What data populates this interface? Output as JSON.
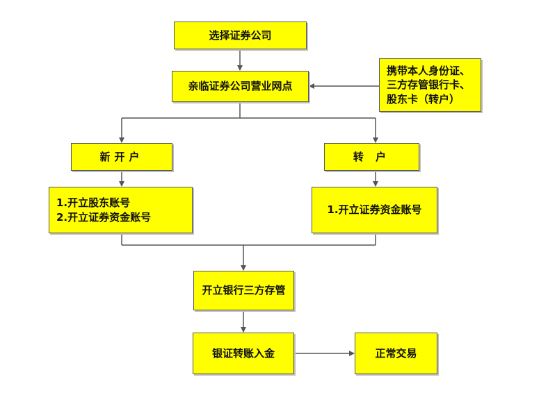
{
  "colors": {
    "box_fill": "#ffff00",
    "box_border": "#555555",
    "line": "#555555"
  },
  "nodes": {
    "choose_broker": {
      "lines": [
        "选择证券公司"
      ]
    },
    "visit_branch": {
      "lines": [
        "亲临证券公司营业网点"
      ]
    },
    "bring_documents": {
      "lines": [
        "携带本人身份证、",
        "三方存管银行卡、",
        "股东卡（转户）"
      ]
    },
    "new_account": {
      "lines": [
        "新开户"
      ]
    },
    "transfer_account": {
      "lines": [
        "转 户"
      ]
    },
    "new_account_steps": {
      "lines": [
        "1.开立股东账号",
        "2.开立证券资金账号"
      ]
    },
    "transfer_account_steps": {
      "lines": [
        "1.开立证券资金账号"
      ]
    },
    "bank_custody": {
      "lines": [
        "开立银行三方存管"
      ]
    },
    "bank_transfer": {
      "lines": [
        "银证转账入金"
      ]
    },
    "normal_trading": {
      "lines": [
        "正常交易"
      ]
    }
  }
}
